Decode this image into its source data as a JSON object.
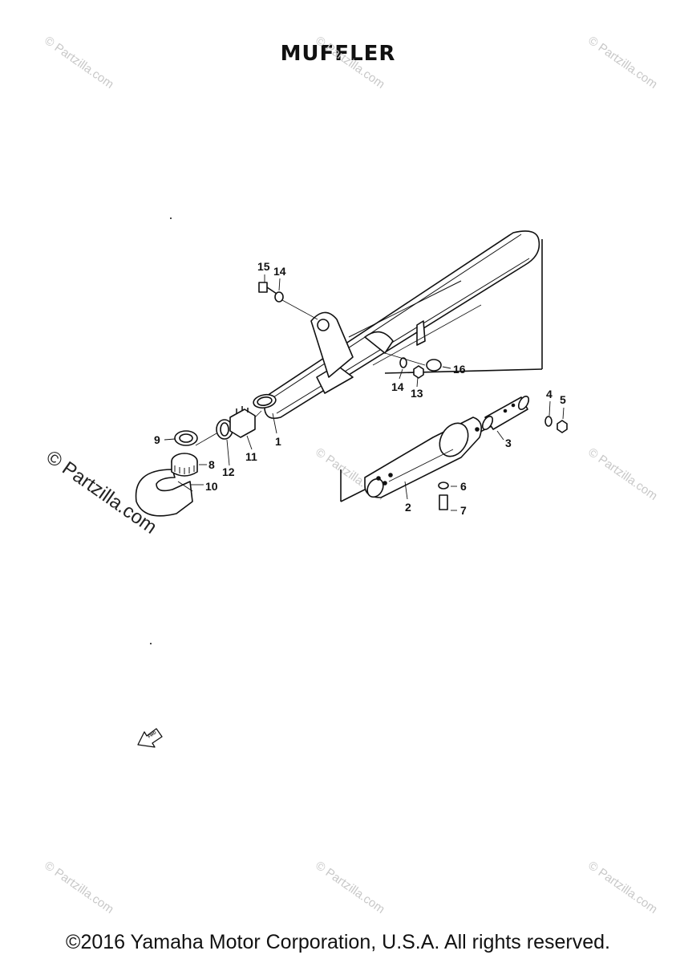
{
  "title": "MUFFLER",
  "footer": "©2016 Yamaha Motor Corporation, U.S.A. All rights reserved.",
  "watermark": "© Partzilla.com",
  "callouts": [
    "1",
    "2",
    "3",
    "4",
    "5",
    "6",
    "7",
    "8",
    "9",
    "10",
    "11",
    "12",
    "13",
    "14",
    "15",
    "14",
    "16"
  ],
  "fwd_label": "FWD"
}
